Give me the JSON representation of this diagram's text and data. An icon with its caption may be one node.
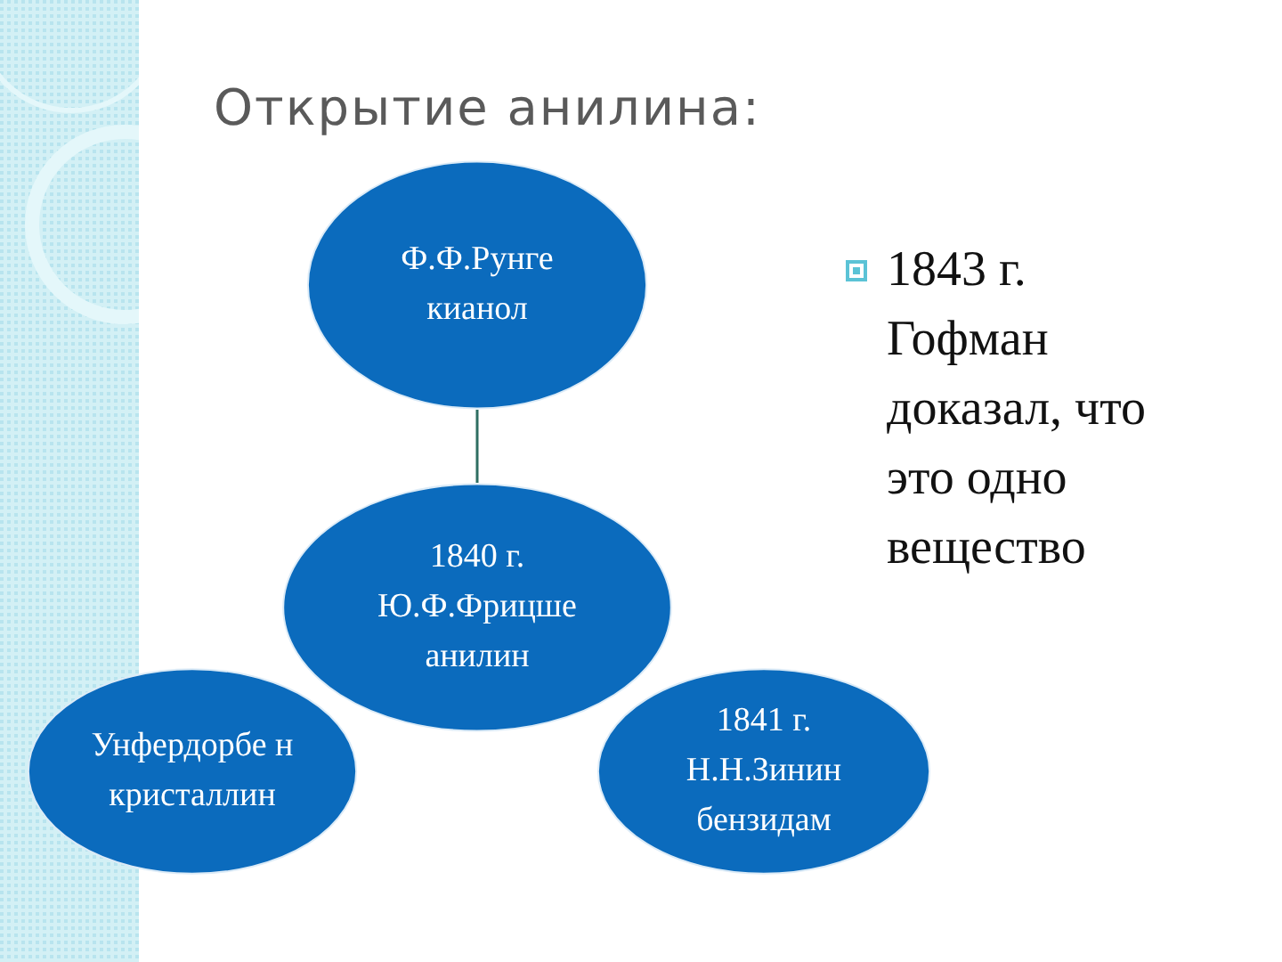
{
  "diagram": {
    "title": "Открытие анилина:",
    "nodes": [
      {
        "text": [
          "Ф.Ф.Рунге кианол"
        ]
      },
      {
        "text": [
          "1840 г. Ю.Ф.Фрицше анилин"
        ]
      },
      {
        "text": [
          "Унфердорбе н кристаллин"
        ]
      },
      {
        "text": [
          "1841 г. Н.Н.Зинин бензидам"
        ]
      }
    ],
    "edges": [
      {
        "from": 0,
        "to": 1,
        "arrow": "none"
      }
    ],
    "labels": [
      "1843 г. Гофман доказал, что это одно вещество"
    ]
  }
}
